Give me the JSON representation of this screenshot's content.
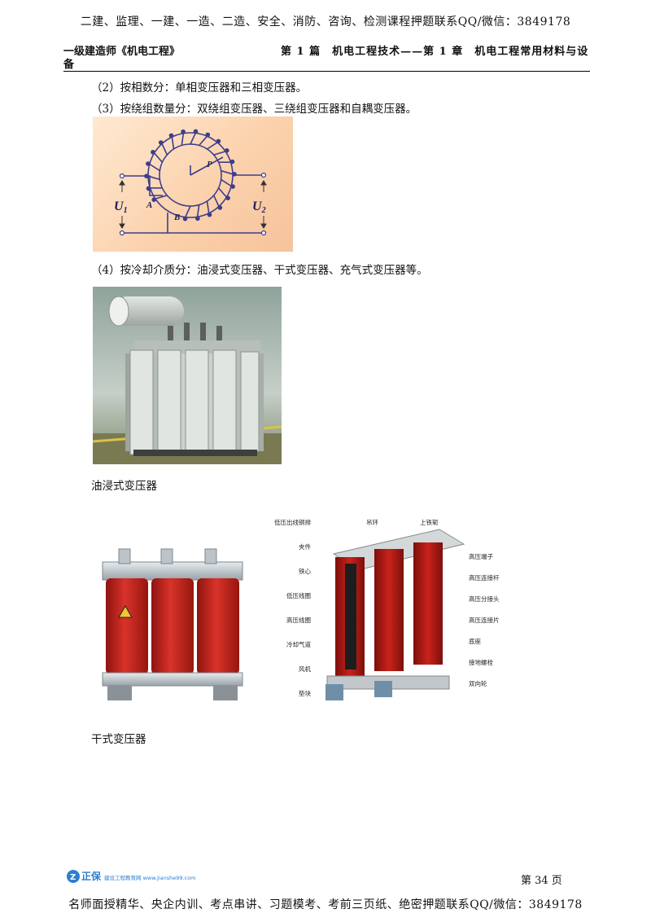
{
  "banner": {
    "top": "二建、监理、一建、一造、二造、安全、消防、咨询、检测课程押题联系QQ/微信：3849178",
    "bottom": "名师面授精华、央企内训、考点串讲、习题模考、考前三页纸、绝密押题联系QQ/微信：3849178"
  },
  "header": {
    "left": "一级建造师《机电工程》",
    "right": "第 1 篇　机电工程技术——第 1 章　机电工程常用材料与设",
    "wrap": "备"
  },
  "body": {
    "para_phase": "（2）按相数分：单相变压器和三相变压器。",
    "para_winding": "（3）按绕组数量分：双绕组变压器、三绕组变压器和自耦变压器。",
    "para_cooling": "（4）按冷却介质分：油浸式变压器、干式变压器、充气式变压器等。",
    "caption_oil": "油浸式变压器",
    "caption_dry": "干式变压器"
  },
  "diagram": {
    "u1": "U",
    "u1_sub": "1",
    "u2": "U",
    "u2_sub": "2",
    "label_a": "A",
    "label_b": "B",
    "label_p": "P"
  },
  "cutaway": {
    "labels_left": [
      "低压出线铜排",
      "夹件",
      "铁心",
      "低压线圈",
      "高压线圈",
      "冷却气道",
      "风机",
      "垫块"
    ],
    "labels_top": [
      "吊环",
      "上铁轭"
    ],
    "labels_right": [
      "高压端子",
      "高压连接杆",
      "高压分接头",
      "高压连接片",
      "底座",
      "接地螺栓",
      "双向轮"
    ]
  },
  "footer": {
    "logo_brand": "正保",
    "logo_text": "建设工程教育网 www.jianshe99.com",
    "page": "第 34 页"
  },
  "colors": {
    "diagram_bg": "#fbd2ad",
    "coil": "#3d3d8a",
    "dry_red": "#c8231b",
    "steel": "#b9c1c6"
  }
}
